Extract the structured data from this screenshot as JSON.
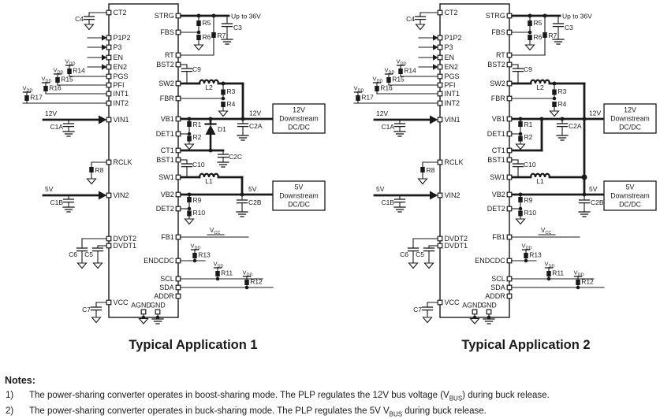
{
  "colors": {
    "ink": "#1a1a1a",
    "bg": "#ffffff"
  },
  "titles": {
    "app1": "Typical Application 1",
    "app2": "Typical Application 2"
  },
  "notes": {
    "heading": "Notes:",
    "items": [
      {
        "num": "1)",
        "pre": "The power-sharing converter operates in boost-sharing mode. The PLP regulates the 12V bus voltage (V",
        "sub": "BUS",
        "post": ") during buck release."
      },
      {
        "num": "2)",
        "pre": "The power-sharing converter operates in buck-sharing mode. The PLP regulates the 5V V",
        "sub": "BUS",
        "post": " during buck release."
      }
    ]
  },
  "schematic": {
    "left_pins": [
      "CT2",
      "P1P2",
      "P3",
      "EN",
      "EN2",
      "PGS",
      "PFI",
      "INT1",
      "INT2",
      "VIN1",
      "RCLK",
      "VIN2",
      "DVDT2",
      "DVDT1",
      "VCC"
    ],
    "right_pins": [
      "STRG",
      "FBS",
      "RT",
      "BST2",
      "SW2",
      "FBR",
      "VB1",
      "DET1",
      "CT1",
      "BST1",
      "SW1",
      "VB2",
      "DET2",
      "FB1",
      "ENDCDC",
      "SCL",
      "SDA",
      "ADDR"
    ],
    "bottom_pins": [
      "AGND",
      "GND"
    ],
    "nets": {
      "vdd_main": "V",
      "vdd_sub": "DD",
      "vcc_main": "V",
      "vcc_sub": "CC",
      "up_to_36v": "Up to 36V",
      "bus12": "12V",
      "bus5": "5V"
    },
    "components": {
      "c4": "C4",
      "r14": "R14",
      "r15": "R15",
      "r16": "R16",
      "r17": "R17",
      "c1a": "C1A",
      "r8": "R8",
      "c1b": "C1B",
      "c6": "C6",
      "c5": "C5",
      "c7": "C7",
      "r5": "R5",
      "r6": "R6",
      "r7": "R7",
      "c3": "C3",
      "c9": "C9",
      "l2": "L2",
      "r3": "R3",
      "r4": "R4",
      "c2a": "C2A",
      "r1": "R1",
      "r2": "R2",
      "d1": "D1",
      "c2c": "C2C",
      "c10": "C10",
      "l1": "L1",
      "c2b": "C2B",
      "r9": "R9",
      "r10": "R10",
      "r13": "R13",
      "r11": "R11",
      "r12": "R12"
    },
    "boxes": {
      "b12": [
        "12V",
        "Downstream",
        "DC/DC"
      ],
      "b5": [
        "5V",
        "Downstream",
        "DC/DC"
      ]
    }
  }
}
